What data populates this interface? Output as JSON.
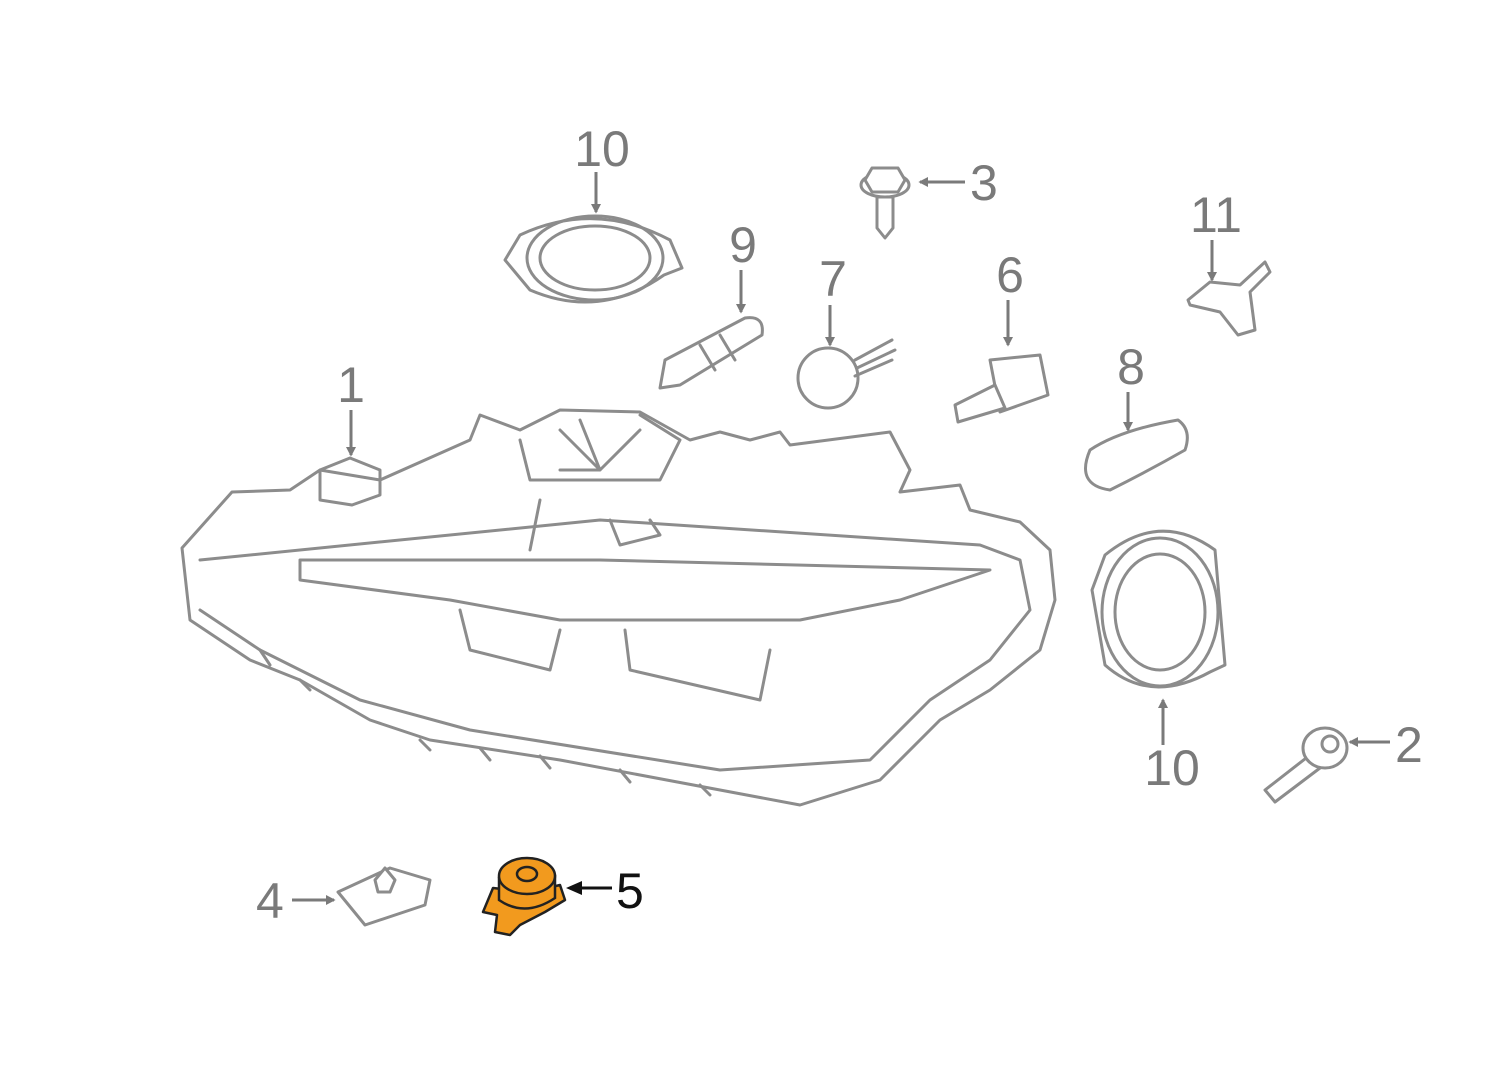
{
  "diagram": {
    "title": "Headlamp exploded parts diagram",
    "highlight_color": "#f29a1e",
    "line_color": "#8c8c8c",
    "callouts": [
      {
        "id": "1",
        "part": "headlamp"
      },
      {
        "id": "2",
        "part": "bolt"
      },
      {
        "id": "3",
        "part": "screw"
      },
      {
        "id": "4",
        "part": "clip-nut"
      },
      {
        "id": "5",
        "part": "adjuster",
        "highlighted": true
      },
      {
        "id": "6",
        "part": "h7-bulb"
      },
      {
        "id": "7",
        "part": "bulb-socket"
      },
      {
        "id": "8",
        "part": "turn-signal-bulb"
      },
      {
        "id": "9",
        "part": "side-bulb"
      },
      {
        "id": "10",
        "part": "cover-cap-top"
      },
      {
        "id": "10",
        "part": "cover-cap-side"
      },
      {
        "id": "11",
        "part": "bracket"
      }
    ]
  }
}
